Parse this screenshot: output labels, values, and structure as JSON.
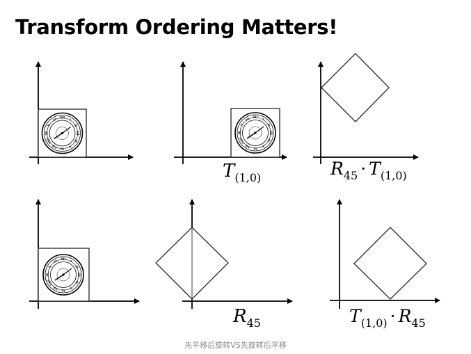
{
  "title": "Transform Ordering Matters!",
  "panels": [
    {
      "id": "top-left",
      "label": ""
    },
    {
      "id": "top-middle",
      "label": {
        "main": "T",
        "sub": "(1,0)"
      }
    },
    {
      "id": "top-right",
      "label": {
        "rot": "R",
        "rot_sub": "45",
        "op": "·",
        "trans": "T",
        "trans_sub": "(1,0)"
      }
    },
    {
      "id": "bottom-left",
      "label": ""
    },
    {
      "id": "bottom-middle",
      "label": {
        "main": "R",
        "sub": "45"
      }
    },
    {
      "id": "bottom-right",
      "label": {
        "trans": "T",
        "trans_sub": "(1,0)",
        "op": "·",
        "rot": "R",
        "rot_sub": "45"
      }
    }
  ],
  "clock_numerals": [
    "XII",
    "I",
    "II",
    "III",
    "IV",
    "V",
    "VI",
    "VII",
    "VIII",
    "IX",
    "X",
    "XI"
  ],
  "caption": "先平移后旋转VS先旋转后平移",
  "colors": {
    "ink": "#000000",
    "outline": "#333333",
    "guide": "#bbbbbb",
    "caption": "#888888"
  }
}
